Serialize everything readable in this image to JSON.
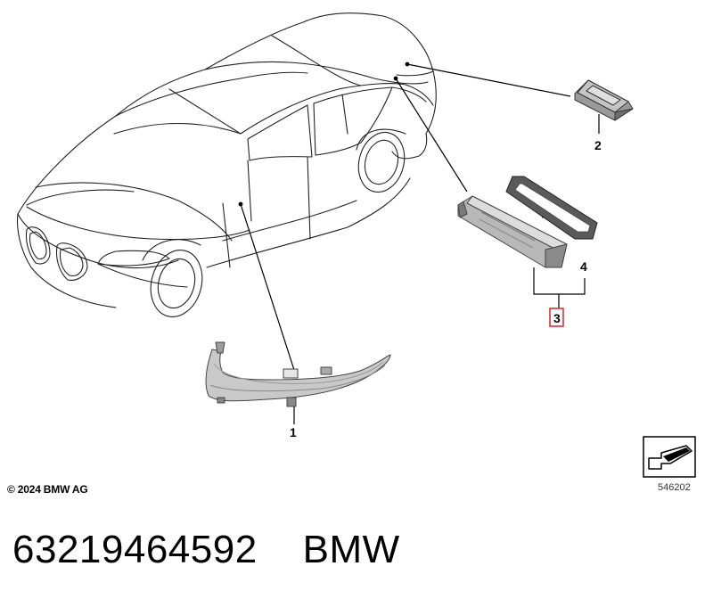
{
  "callouts": [
    {
      "num": "1"
    },
    {
      "num": "2"
    },
    {
      "num": "3",
      "highlighted": true
    },
    {
      "num": "4"
    }
  ],
  "highlight_color": "#e0202a",
  "copyright": "© 2024 BMW AG",
  "diagram_ref": "546202",
  "part_number": "63219464592",
  "brand": "BMW"
}
